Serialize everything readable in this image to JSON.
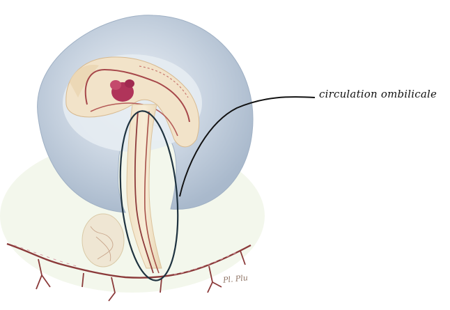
{
  "annotation": {
    "label": "circulation ombilicale"
  },
  "illustration": {
    "subject": "embryo-with-umbilical-cord-and-placenta",
    "signature": "Pl. Plu",
    "colors": {
      "amnion": "#b9c6d6",
      "embryo": "#f1e0c4",
      "vessels": "#8e3b3b",
      "heart": "#b0345a",
      "highlight-ring": "#1f3340"
    }
  }
}
